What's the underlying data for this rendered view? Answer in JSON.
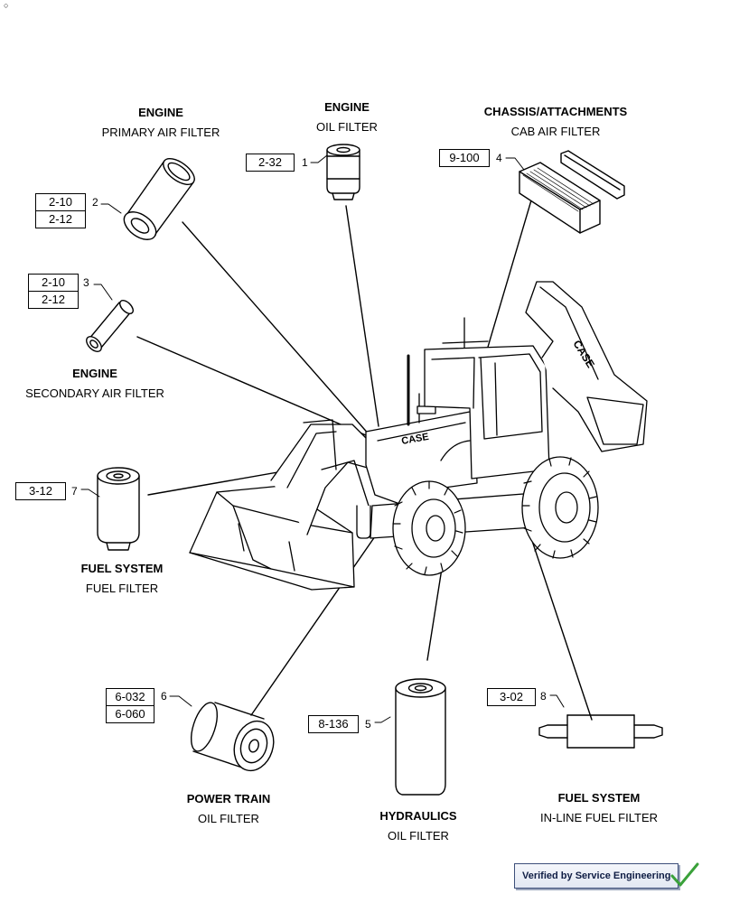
{
  "corner_mark": "○",
  "labels": {
    "primary_air": {
      "title": "ENGINE",
      "name": "PRIMARY AIR FILTER"
    },
    "oil": {
      "title": "ENGINE",
      "name": "OIL FILTER"
    },
    "cab_air": {
      "title": "CHASSIS/ATTACHMENTS",
      "name": "CAB AIR FILTER"
    },
    "secondary_air": {
      "title": "ENGINE",
      "name": "SECONDARY AIR FILTER"
    },
    "fuel": {
      "title": "FUEL SYSTEM",
      "name": "FUEL FILTER"
    },
    "power_train": {
      "title": "POWER TRAIN",
      "name": "OIL FILTER"
    },
    "hydraulics": {
      "title": "HYDRAULICS",
      "name": "OIL FILTER"
    },
    "inline_fuel": {
      "title": "FUEL SYSTEM",
      "name": "IN-LINE FUEL FILTER"
    }
  },
  "callouts": {
    "c1": {
      "number": "1",
      "refs": [
        "2-32"
      ]
    },
    "c2": {
      "number": "2",
      "refs": [
        "2-10",
        "2-12"
      ]
    },
    "c3": {
      "number": "3",
      "refs": [
        "2-10",
        "2-12"
      ]
    },
    "c4": {
      "number": "4",
      "refs": [
        "9-100"
      ]
    },
    "c5": {
      "number": "5",
      "refs": [
        "8-136"
      ]
    },
    "c6": {
      "number": "6",
      "refs": [
        "6-032",
        "6-060"
      ]
    },
    "c7": {
      "number": "7",
      "refs": [
        "3-12"
      ]
    },
    "c8": {
      "number": "8",
      "refs": [
        "3-02"
      ]
    }
  },
  "machine_brand": "CASE",
  "verified_badge": "Verified by Service Engineering",
  "colors": {
    "line": "#000000",
    "badge_border": "#3d4f7a",
    "check": "#3aa13a"
  }
}
